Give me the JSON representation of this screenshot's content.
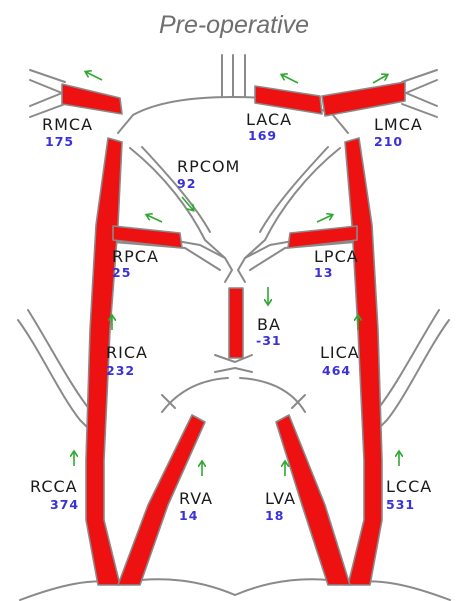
{
  "title": "Pre-operative",
  "colors": {
    "vessel_flow": "#ee1111",
    "vessel_wall": "#8a8a8a",
    "arrow": "#2fa832",
    "label": "#1a1a1a",
    "value": "#3a32d8",
    "title": "#6e6e6e"
  },
  "vessels": [
    {
      "id": "rmca",
      "label": "RMCA",
      "value": "175"
    },
    {
      "id": "laca",
      "label": "LACA",
      "value": "169"
    },
    {
      "id": "lmca",
      "label": "LMCA",
      "value": "210"
    },
    {
      "id": "rpcom",
      "label": "RPCOM",
      "value": "92"
    },
    {
      "id": "rpca",
      "label": "RPCA",
      "value": "25"
    },
    {
      "id": "lpca",
      "label": "LPCA",
      "value": "13"
    },
    {
      "id": "ba",
      "label": "BA",
      "value": "-31"
    },
    {
      "id": "rica",
      "label": "RICA",
      "value": "232"
    },
    {
      "id": "lica",
      "label": "LICA",
      "value": "464"
    },
    {
      "id": "rcca",
      "label": "RCCA",
      "value": "374"
    },
    {
      "id": "rva",
      "label": "RVA",
      "value": "14"
    },
    {
      "id": "lva",
      "label": "LVA",
      "value": "18"
    },
    {
      "id": "lcca",
      "label": "LCCA",
      "value": "531"
    }
  ]
}
